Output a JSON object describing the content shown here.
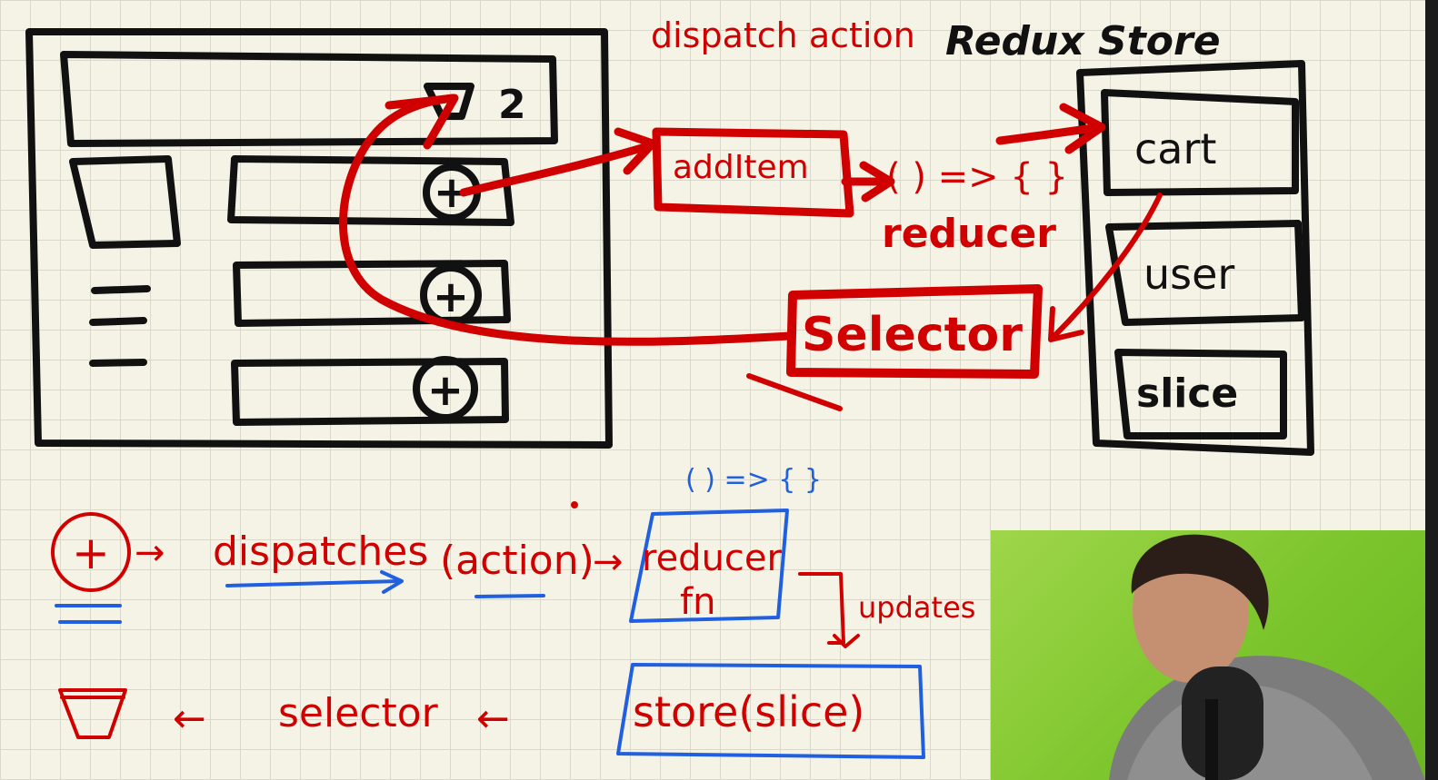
{
  "whiteboard": {
    "header_count": "2",
    "store_heading": "Redux Store",
    "dispatch_label": "dispatch action",
    "action_box_label": "addItem",
    "reducer_fn": "( ) => { }",
    "reducer_label": "reducer",
    "selector_label": "Selector",
    "slices": [
      "cart",
      "user",
      "slice"
    ],
    "plus_glyph": "+",
    "flow_row1": {
      "plus": "+",
      "dispatches": "dispatches",
      "action": "(action)",
      "reducer_fn": "( ) => { }",
      "reducer": "reducer",
      "fn": "fn",
      "updates": "updates"
    },
    "flow_row2": {
      "selector": "selector",
      "store": "store(slice)"
    },
    "arrow_right": "→",
    "arrow_left": "←"
  },
  "colors": {
    "ink_black": "#111111",
    "ink_red": "#d10000",
    "ink_blue": "#1f5fe0",
    "paper": "#f5f3e6",
    "webcam_green": "#7cc52c"
  },
  "icons": [
    "cart-icon",
    "plus-icon",
    "hamburger-icon",
    "webcam-feed"
  ]
}
